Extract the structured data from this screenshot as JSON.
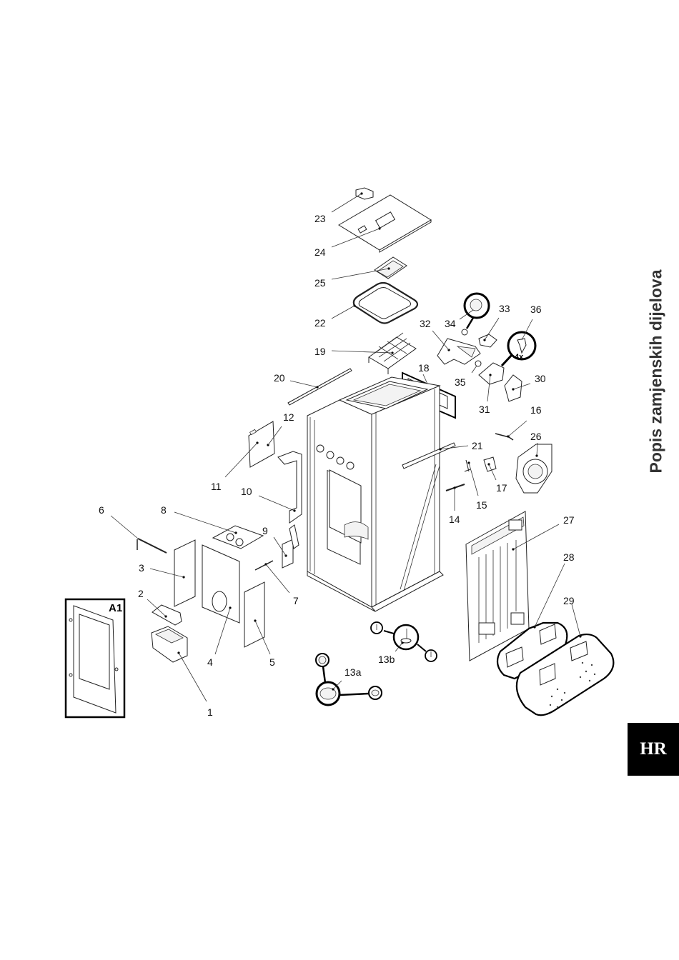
{
  "page": {
    "side_title": "Popis zamjenskih dijelova",
    "language_badge": "HR"
  },
  "diagram": {
    "title": "Exploded view of spare parts",
    "inset_label": "A1",
    "multiplier_label": "4x",
    "part_labels": {
      "p1": "1",
      "p2": "2",
      "p3": "3",
      "p4": "4",
      "p5": "5",
      "p6": "6",
      "p7": "7",
      "p8": "8",
      "p9": "9",
      "p10": "10",
      "p11": "11",
      "p12": "12",
      "p13a": "13a",
      "p13b": "13b",
      "p14": "14",
      "p15": "15",
      "p16": "16",
      "p17": "17",
      "p18": "18",
      "p19": "19",
      "p20": "20",
      "p21": "21",
      "p22": "22",
      "p23": "23",
      "p24": "24",
      "p25": "25",
      "p26": "26",
      "p27": "27",
      "p28": "28",
      "p29": "29",
      "p30": "30",
      "p31": "31",
      "p32": "32",
      "p33": "33",
      "p34": "34",
      "p35": "35",
      "p36": "36"
    }
  }
}
